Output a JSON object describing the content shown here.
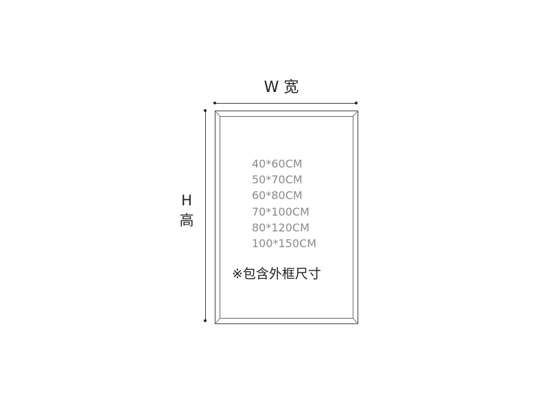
{
  "dimensions": {
    "width_label": "W 宽",
    "height_label_lines": [
      "H",
      "高"
    ]
  },
  "sizes": [
    "40*60CM",
    "50*70CM",
    "60*80CM",
    "70*100CM",
    "80*120CM",
    "100*150CM"
  ],
  "note": "※包含外框尺寸",
  "colors": {
    "frame_stroke": "#555555",
    "size_text": "#8a8a8a",
    "label_text": "#222222"
  }
}
